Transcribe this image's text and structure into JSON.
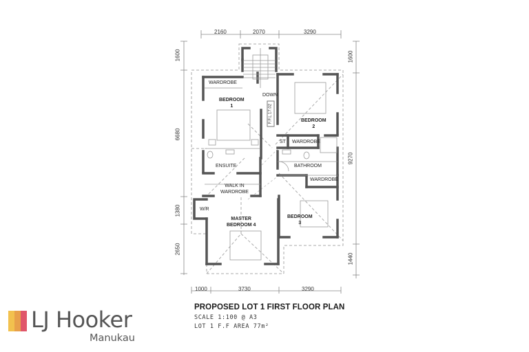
{
  "plan": {
    "title": "PROPOSED LOT 1 FIRST FLOOR PLAN",
    "scale": "SCALE 1:100 @ A3",
    "area": "LOT 1 F.F AREA 77m²",
    "ffl_label": "F.F.L 17.02",
    "stair_label": "DOWN"
  },
  "dimensions": {
    "top": [
      "2160",
      "2070",
      "3290"
    ],
    "bottom": [
      "1000",
      "3730",
      "3290"
    ],
    "left": [
      "1600",
      "6680",
      "1380",
      "2650"
    ],
    "right": [
      "1600",
      "9270",
      "1440"
    ]
  },
  "rooms": {
    "wardrobe_1": "WARDROBE",
    "bedroom_1_name": "BEDROOM",
    "bedroom_1_num": "1",
    "bedroom_2_name": "BEDROOM",
    "bedroom_2_num": "2",
    "st": "ST",
    "wardrobe_2": "WARDROBE",
    "bathroom": "BATHROOM",
    "ensuite": "ENSUITE",
    "walk_in_1": "WALK IN",
    "walk_in_2": "WARDROBE",
    "wardrobe_3": "WARDROBE",
    "wr": "W/R",
    "master_1": "MASTER",
    "master_2": "BEDROOM 4",
    "bedroom_3_name": "BEDROOM",
    "bedroom_3_num": "3"
  },
  "brand": {
    "name": "LJ Hooker",
    "office": "Manukau",
    "bar_colors": [
      "#f2c14e",
      "#e8a04a",
      "#e0566a"
    ],
    "text_color": "#555555"
  }
}
